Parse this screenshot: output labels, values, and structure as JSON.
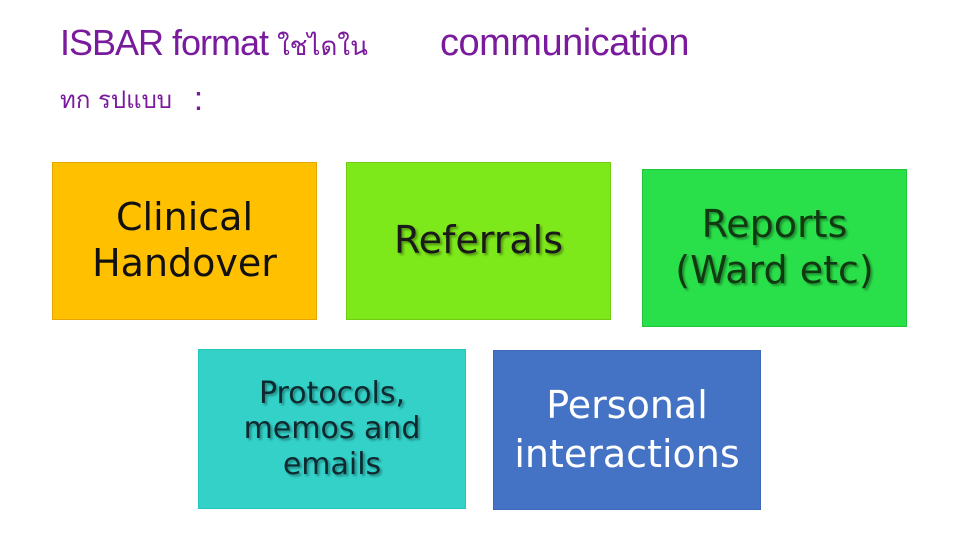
{
  "title": {
    "line1_en": "ISBAR format",
    "line1_thai": "ใชไดใน",
    "line1_tail": "communication",
    "line2_thai": "ทก  รปแบบ",
    "line2_colon": ":"
  },
  "colors": {
    "title": "#7a1a9c",
    "handover": "#ffc000",
    "referrals": "#7de81a",
    "reports": "#2ae04a",
    "protocols": "#33d1c8",
    "personal": "#4472c4"
  },
  "boxes": [
    {
      "label": "Clinical\nHandover"
    },
    {
      "label": "Referrals"
    },
    {
      "label": "Reports\n(Ward etc)"
    },
    {
      "label": "Protocols,\nmemos and\nemails"
    },
    {
      "label": "Personal\ninteractions"
    }
  ]
}
